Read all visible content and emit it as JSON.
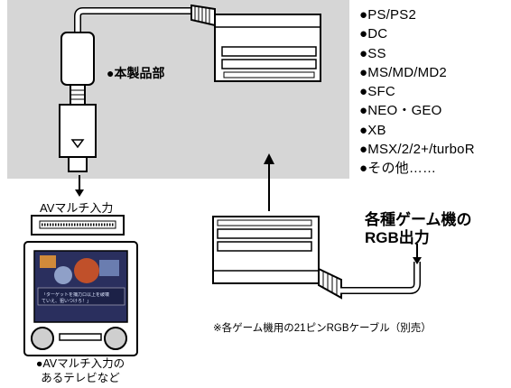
{
  "product": {
    "label": "●本製品部"
  },
  "consoles": [
    "●PS/PS2",
    "●DC",
    "●SS",
    "●MS/MD/MD2",
    "●SFC",
    "●NEO・GEO",
    "●XB",
    "●MSX/2/2+/turboR",
    "●その他……"
  ],
  "av_port": {
    "label": "AVマルチ入力"
  },
  "rgb_output": {
    "line1": "各種ゲーム機の",
    "line2": "RGB出力"
  },
  "cable": {
    "note": "※各ゲーム機用の21ピンRGBケーブル（別売）"
  },
  "tv": {
    "line1": "●AVマルチ入力の",
    "line2": "あるテレビなど",
    "screen_line1": "「ターゲットを捕力ロ以上を破壊",
    "screen_line2": "ていえ、狙いつけろ！」"
  },
  "colors": {
    "panel": "#d6d6d6",
    "outline": "#000000",
    "screen": "#2a2f5e"
  }
}
